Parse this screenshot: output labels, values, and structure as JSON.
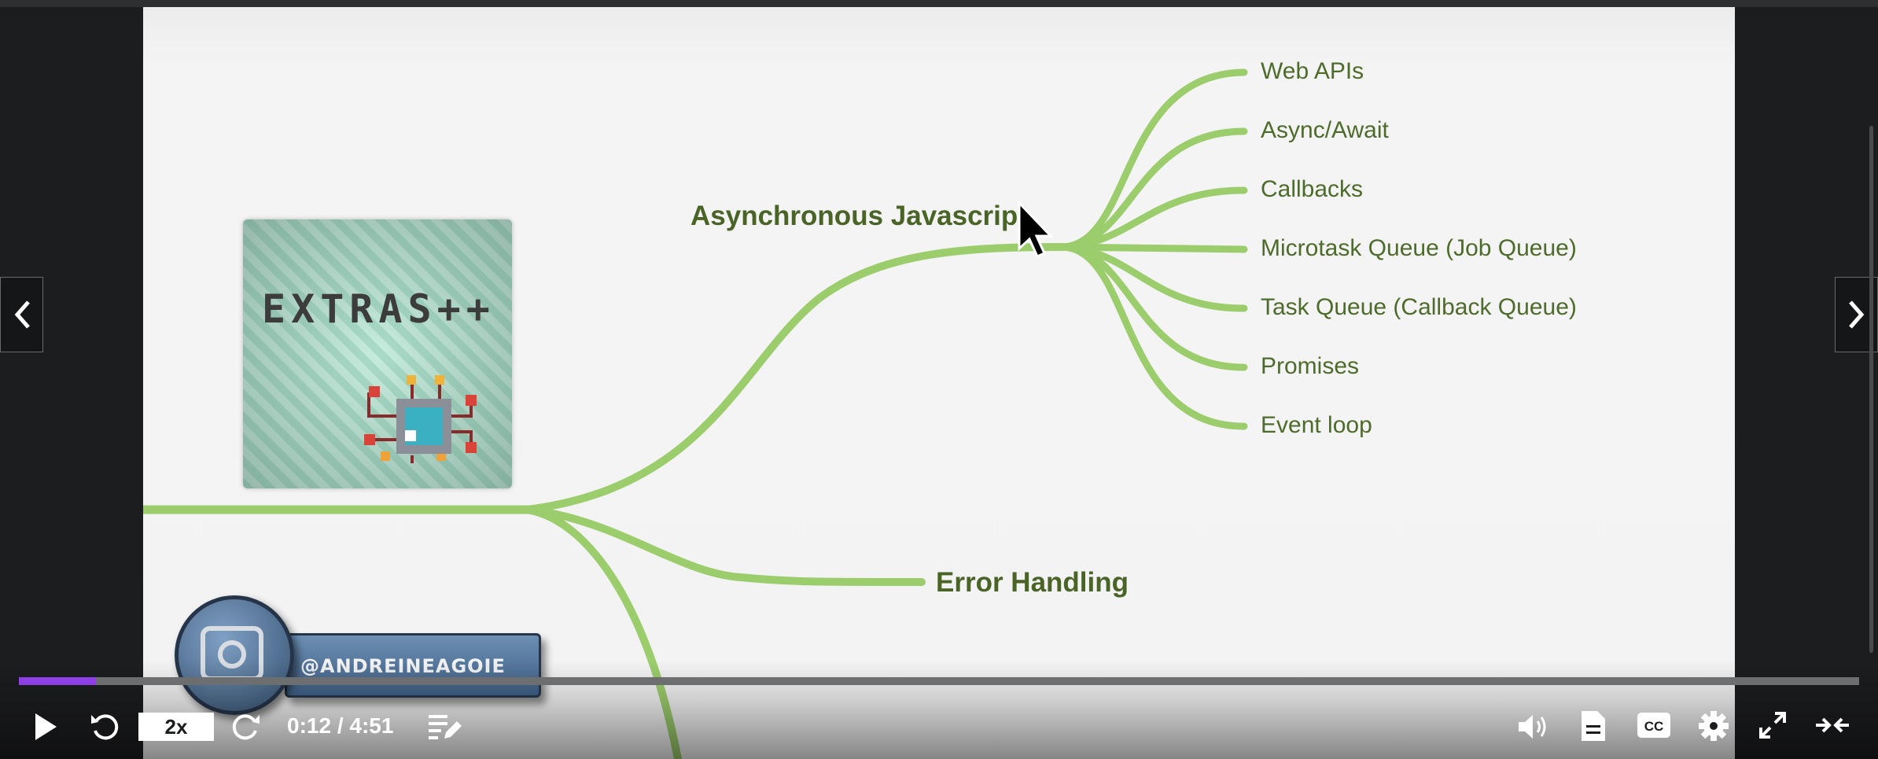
{
  "mindmap": {
    "branch_async": "Asynchronous Javascript",
    "branch_error": "Error Handling",
    "leaves": [
      "Web APIs",
      "Async/Await",
      "Callbacks",
      "Microtask Queue (Job Queue)",
      "Task Queue (Callback Queue)",
      "Promises",
      "Event loop"
    ],
    "line_color": "#9ccd6c",
    "label_color": "#4d6b2a"
  },
  "extras_card": {
    "title": "EXTRAS++"
  },
  "watermark": {
    "handle": "@ANDREINEAGOIE"
  },
  "player": {
    "progress": 0.042,
    "progress_color": "#8e3fe6",
    "speed_label": "2x",
    "time_label": "0:12 / 4:51",
    "icons": [
      "play-icon",
      "rewind-icon",
      "forward-icon",
      "transcript-icon",
      "volume-icon",
      "notes-icon",
      "captions-icon",
      "settings-icon",
      "fullscreen-icon",
      "collapse-icon"
    ],
    "nav": {
      "prev": "chevron-left-icon",
      "next": "chevron-right-icon"
    }
  }
}
